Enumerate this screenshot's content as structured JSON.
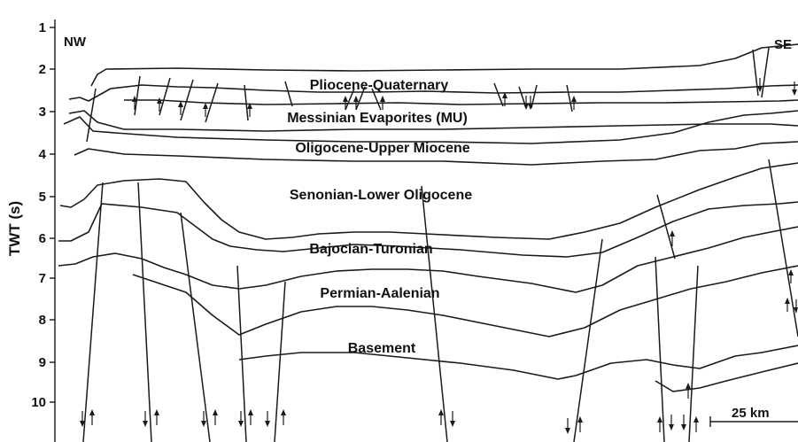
{
  "section": {
    "y_axis_label": "TWT (s)",
    "y_ticks": [
      "1",
      "2",
      "3",
      "4",
      "5",
      "6",
      "7",
      "8",
      "9",
      "10"
    ],
    "corner_left": "NW",
    "corner_right": "SE",
    "scale_bar_label": "25 km",
    "units": [
      "Pliocene-Quaternary",
      "Messinian Evaporites (MU)",
      "Oligocene-Upper Miocene",
      "Senonian-Lower Oligocene",
      "Bajocian-Turonian",
      "Permian-Aalenian",
      "Basement"
    ]
  }
}
